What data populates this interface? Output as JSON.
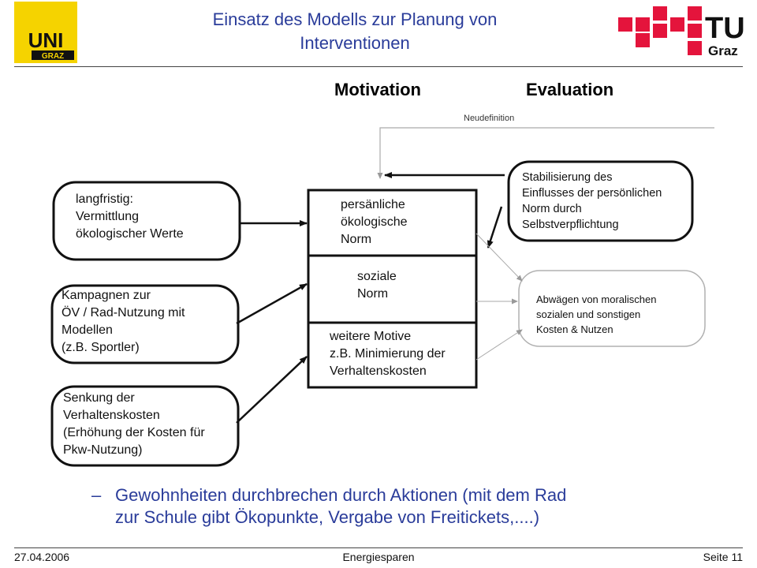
{
  "title": "Einsatz des Modells zur Planung von\nInterventionen",
  "logos": {
    "uni_graz": {
      "line1": "UNI",
      "line2": "GRAZ",
      "color": "#f5d300"
    },
    "tu_graz": {
      "line1": "TU",
      "line2": "Graz",
      "color": "#e4143c"
    }
  },
  "diagram": {
    "header_motivation": "Motivation",
    "header_evaluation": "Evaluation",
    "neudefinition": "Neudefinition",
    "left_boxes": [
      "langfristig:\nVermittlung\nökologischer Werte",
      "Kampagnen zur\nÖV / Rad-Nutzung mit\nModellen\n(z.B. Sportler)",
      "Senkung der\nVerhaltenskosten\n(Erhöhung der Kosten für\nPkw-Nutzung)"
    ],
    "center_sections": [
      "persänliche\nökologische\nNorm",
      "soziale\nNorm",
      "weitere Motive\nz.B. Minimierung der\nVerhaltenskosten"
    ],
    "stabilisierung": "Stabilisierung des\nEinflusses der persönlichen\nNorm durch\nSelbstverpflichtung",
    "abwaegen": "Abwägen von moralischen\nsozialen und sonstigen\nKosten & Nutzen"
  },
  "bullet": {
    "dash": "–",
    "text": "Gewohnheiten durchbrechen durch Aktionen (mit dem Rad\nzur Schule gibt Ökopunkte, Vergabe von Freitickets,....)"
  },
  "footer": {
    "date": "27.04.2006",
    "center": "Energiesparen",
    "page": "Seite 11"
  }
}
